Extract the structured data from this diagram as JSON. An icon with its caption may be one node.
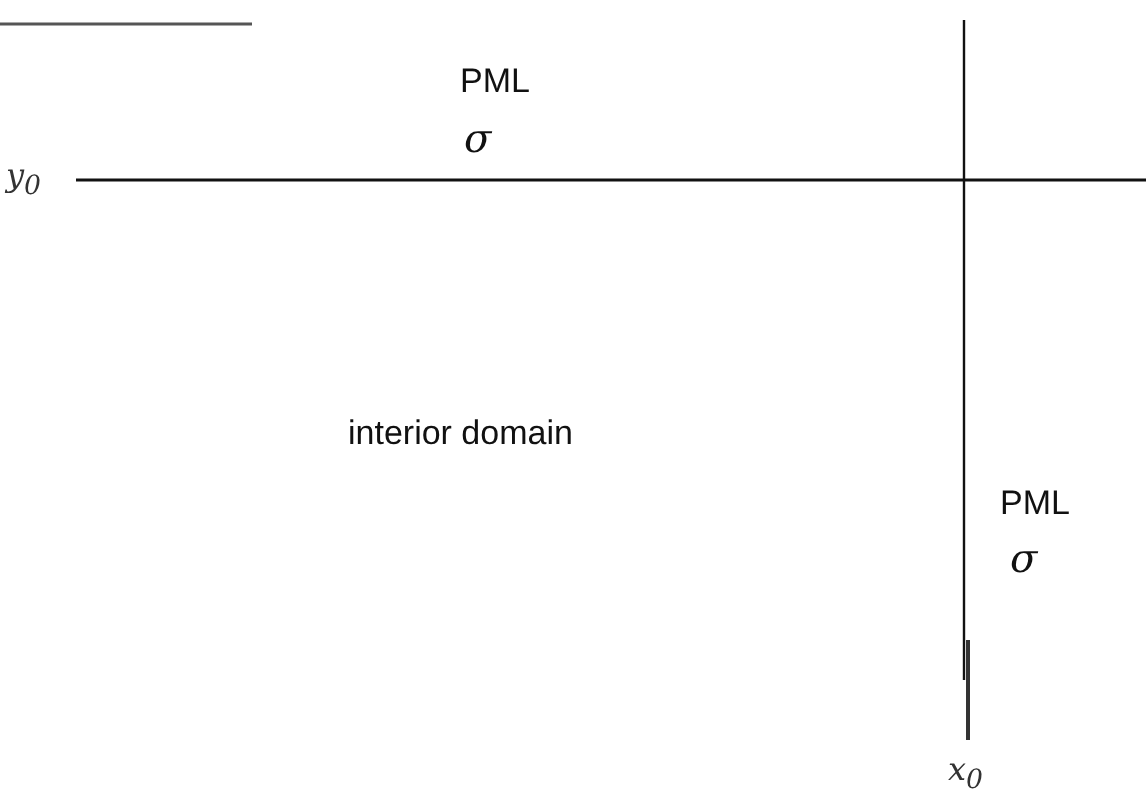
{
  "diagram": {
    "nodes": [
      {
        "text": [
          "PML",
          "σ"
        ]
      },
      {
        "text": [
          "interior domain"
        ]
      },
      {
        "text": [
          "PML",
          "σ"
        ]
      }
    ],
    "labels": [
      "y$_{0}$",
      "x$_{0}$"
    ]
  }
}
